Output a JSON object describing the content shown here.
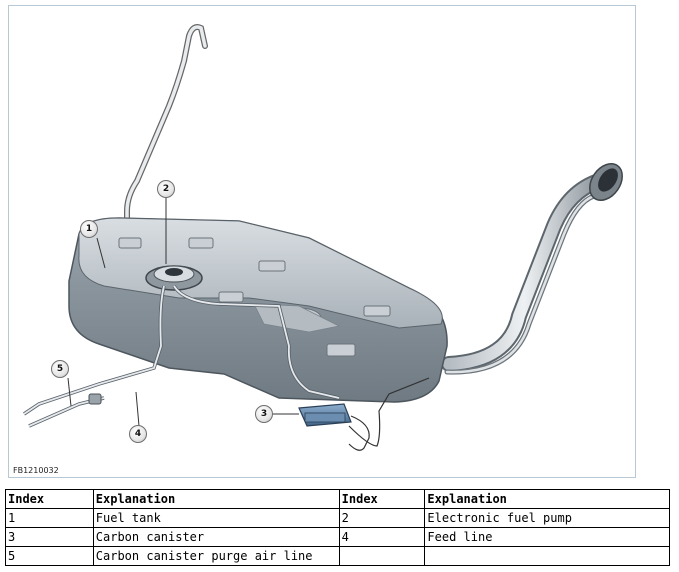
{
  "figure": {
    "id_label": "FB1210032",
    "callouts": [
      "1",
      "2",
      "3",
      "4",
      "5"
    ]
  },
  "legend": {
    "headers": [
      "Index",
      "Explanation",
      "Index",
      "Explanation"
    ],
    "rows": [
      [
        "1",
        "Fuel tank",
        "2",
        "Electronic fuel pump"
      ],
      [
        "3",
        "Carbon canister",
        "4",
        "Feed line"
      ],
      [
        "5",
        "Carbon canister purge air line",
        "",
        ""
      ]
    ]
  },
  "colors": {
    "frame_border": "#b8c8d4",
    "tank_fill": "#aeb8c0",
    "canister_fill": "#5a7fa8"
  }
}
